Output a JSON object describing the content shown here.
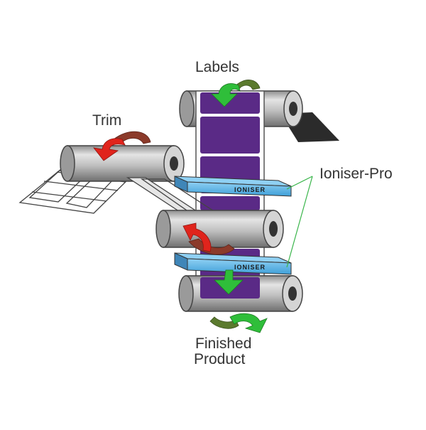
{
  "labels": {
    "top": "Labels",
    "trim": "Trim",
    "ioniser": "Ioniser-Pro",
    "finished_line1": "Finished",
    "finished_line2": "Product"
  },
  "bars": {
    "upper_text": "IONISER",
    "lower_text": "IONISER"
  },
  "colors": {
    "label_web": "#5a2a86",
    "ioniser_bar": "#5bb5e8",
    "arrow_green": "#2fbe3a",
    "arrow_green_dark": "#5b7a2e",
    "arrow_red": "#e0241c",
    "arrow_red_dark": "#8b3a2a",
    "roller": "#b9b9b9",
    "callout_line": "#39b54a"
  }
}
